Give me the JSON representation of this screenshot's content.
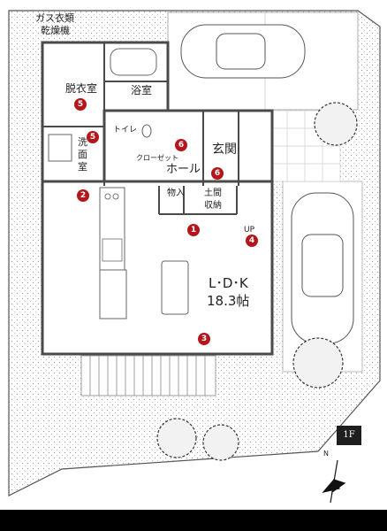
{
  "rooms": {
    "gas_dryer_line1": "ガス衣類",
    "gas_dryer_line2": "乾燥機",
    "dressing_room": "脱衣室",
    "bathroom": "浴室",
    "toilet": "トイレ",
    "washroom_line1": "洗",
    "washroom_line2": "面",
    "washroom_line3": "室",
    "closet": "クローゼット",
    "hall": "ホール",
    "entrance": "玄関",
    "storage": "物入",
    "entry_storage_line1": "土間",
    "entry_storage_line2": "収納",
    "up": "UP",
    "ldk_name": "L･D･K",
    "ldk_size": "18.3帖"
  },
  "markers": [
    "5",
    "5",
    "6",
    "6",
    "2",
    "1",
    "4",
    "3"
  ],
  "floor_label": "1F",
  "north_label": "N",
  "colors": {
    "marker": "#b3161b",
    "wall": "#4a4a4a",
    "grid": "#bdbdbd"
  }
}
